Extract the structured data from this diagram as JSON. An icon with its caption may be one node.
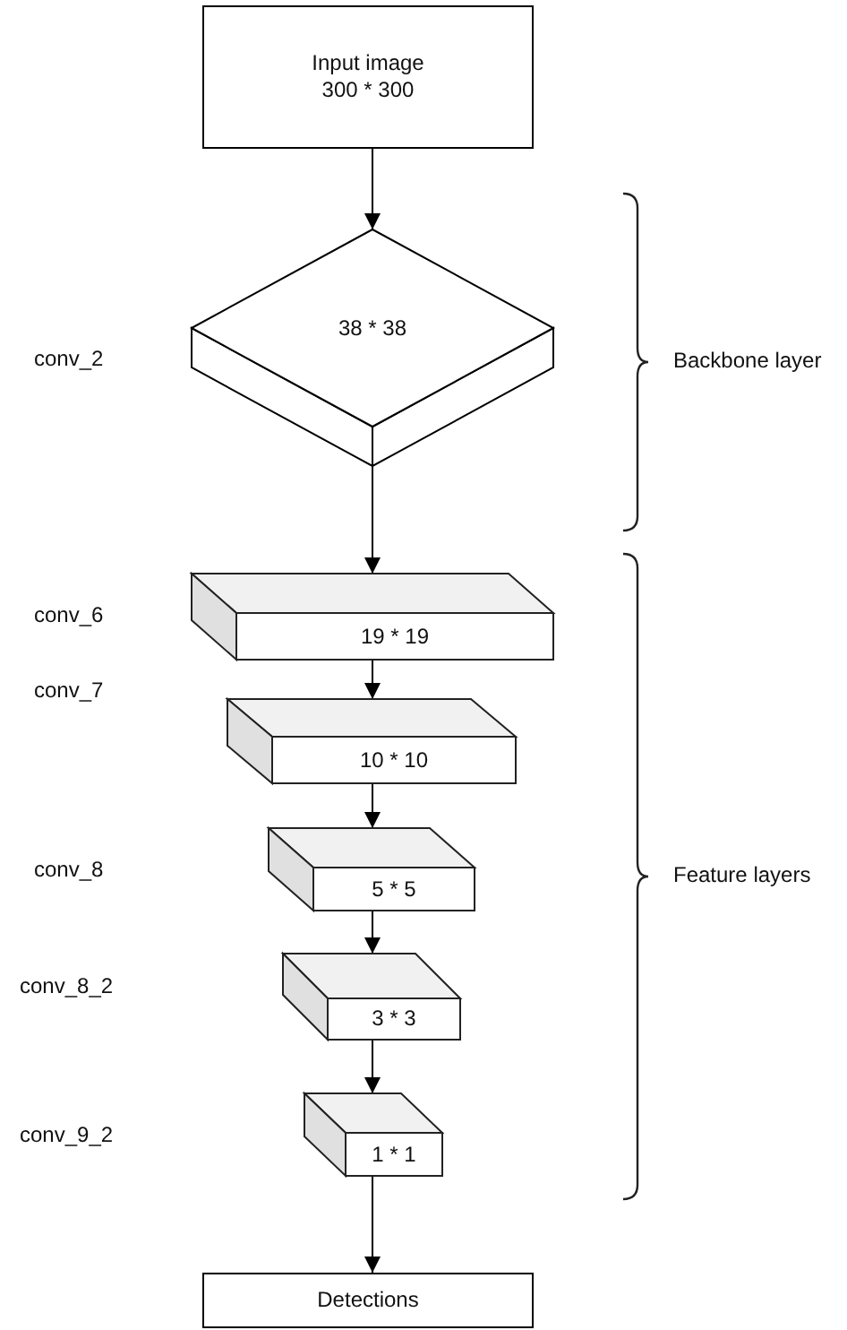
{
  "diagram": {
    "nodes": [
      {
        "text": [
          "Input image 300 * 300"
        ]
      },
      {
        "text": [
          "38 * 38"
        ]
      },
      {
        "text": [
          "19 * 19"
        ]
      },
      {
        "text": [
          "10 * 10"
        ]
      },
      {
        "text": [
          "5 * 5"
        ]
      },
      {
        "text": [
          "3 * 3"
        ]
      },
      {
        "text": [
          "1 * 1"
        ]
      },
      {
        "text": [
          "Detections"
        ]
      }
    ],
    "edges": [
      {
        "from": 0,
        "to": 1,
        "arrow": "to"
      },
      {
        "from": 1,
        "to": 2,
        "arrow": "to"
      },
      {
        "from": 2,
        "to": 3,
        "arrow": "to"
      },
      {
        "from": 3,
        "to": 4,
        "arrow": "to"
      },
      {
        "from": 4,
        "to": 5,
        "arrow": "to"
      },
      {
        "from": 5,
        "to": 6,
        "arrow": "to"
      },
      {
        "from": 6,
        "to": 7,
        "arrow": "to"
      }
    ],
    "labels": [
      "conv_2",
      "Backbone layer",
      "conv_6",
      "conv_7",
      "conv_8",
      "Feature layers",
      "conv_8_2",
      "conv_9_2"
    ]
  }
}
